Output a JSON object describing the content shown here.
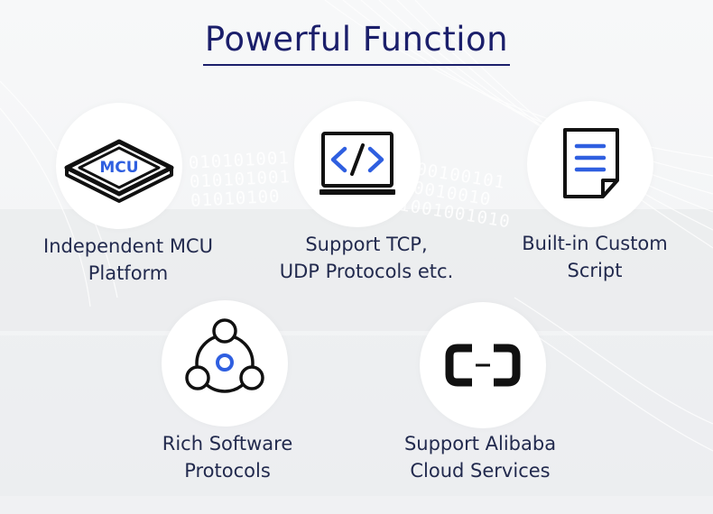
{
  "title": "Powerful Function",
  "background": {
    "binary_left": [
      "010101001",
      "010101001",
      "01010100"
    ],
    "binary_right": [
      "100100101",
      "10010010",
      "1001001010"
    ]
  },
  "features": [
    {
      "id": "mcu",
      "icon": "mcu-chip-icon",
      "icon_text": "MCU",
      "line1": "Independent MCU",
      "line2": "Platform"
    },
    {
      "id": "tcp",
      "icon": "code-monitor-icon",
      "line1": "Support TCP,",
      "line2": "UDP Protocols etc."
    },
    {
      "id": "script",
      "icon": "document-script-icon",
      "line1": "Built-in Custom",
      "line2": "Script"
    },
    {
      "id": "software",
      "icon": "network-nodes-icon",
      "line1": "Rich Software",
      "line2": "Protocols"
    },
    {
      "id": "alibaba",
      "icon": "alibaba-cloud-icon",
      "line1": "Support Alibaba",
      "line2": "Cloud Services"
    }
  ],
  "colors": {
    "title": "#1b1f6b",
    "text": "#222a4e",
    "accent": "#2f5fe0",
    "icon_stroke": "#111111"
  }
}
